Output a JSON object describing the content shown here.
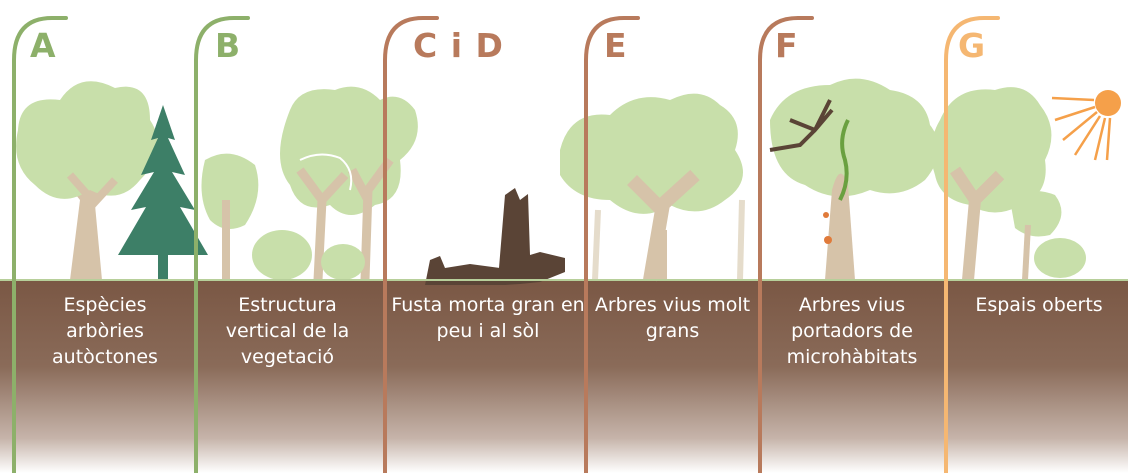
{
  "sections": [
    {
      "letter": "A",
      "label": "Espècies arbòries autòctones",
      "color": "#8db06a"
    },
    {
      "letter": "B",
      "label": "Estructura vertical de la vegetació",
      "color": "#8db06a"
    },
    {
      "letter": "C i D",
      "label": "Fusta morta gran en peu i al sòl",
      "color": "#b87a5c"
    },
    {
      "letter": "E",
      "label": "Arbres vius molt grans",
      "color": "#b87a5c"
    },
    {
      "letter": "F",
      "label": "Arbres vius portadors de microhàbitats",
      "color": "#b87a5c"
    },
    {
      "letter": "G",
      "label": "Espais oberts",
      "color": "#f5b772"
    }
  ],
  "colors": {
    "soil": "#7a5744",
    "foliage": "#c8dfaa",
    "trunk": "#d6c3a9",
    "conifer": "#3d7f67",
    "deadwood": "#5a4436",
    "sun": "#f5a04a"
  },
  "icons": [
    "sun-icon",
    "conifer-icon",
    "deadwood-icon",
    "broadleaf-tree-icon",
    "shrub-icon",
    "microhabitat-tree-icon"
  ]
}
